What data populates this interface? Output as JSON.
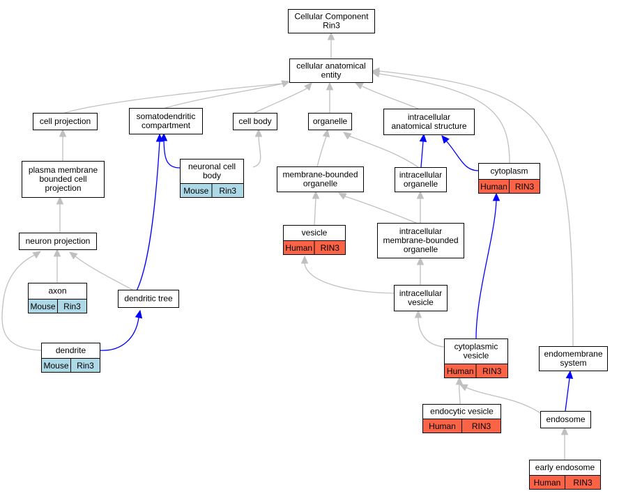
{
  "colors": {
    "human": "#fb6347",
    "mouse": "#add8e6",
    "edge_gray": "#c0c0c0",
    "edge_blue": "#0000ff"
  },
  "nodes": {
    "root": {
      "lines": [
        "Cellular Component",
        "Rin3"
      ]
    },
    "cae": {
      "lines": [
        "cellular anatomical",
        "entity"
      ]
    },
    "cell_projection": {
      "lines": [
        "cell projection"
      ]
    },
    "somatodendritic": {
      "lines": [
        "somatodendritic",
        "compartment"
      ]
    },
    "cell_body": {
      "lines": [
        "cell body"
      ]
    },
    "organelle": {
      "lines": [
        "organelle"
      ]
    },
    "ias": {
      "lines": [
        "intracellular",
        "anatomical structure"
      ]
    },
    "cytoplasm": {
      "lines": [
        "cytoplasm"
      ],
      "badge": {
        "species": "Human",
        "gene": "RIN3"
      }
    },
    "pmbcp": {
      "lines": [
        "plasma membrane",
        "bounded cell",
        "projection"
      ]
    },
    "ncb": {
      "lines": [
        "neuronal cell",
        "body"
      ],
      "badge": {
        "species": "Mouse",
        "gene": "Rin3"
      }
    },
    "mbo": {
      "lines": [
        "membrane-bounded",
        "organelle"
      ]
    },
    "io": {
      "lines": [
        "intracellular",
        "organelle"
      ]
    },
    "neuron_projection": {
      "lines": [
        "neuron projection"
      ]
    },
    "vesicle": {
      "lines": [
        "vesicle"
      ],
      "badge": {
        "species": "Human",
        "gene": "RIN3"
      }
    },
    "imbo": {
      "lines": [
        "intracellular",
        "membrane-bounded",
        "organelle"
      ]
    },
    "axon": {
      "lines": [
        "axon"
      ],
      "badge": {
        "species": "Mouse",
        "gene": "Rin3"
      }
    },
    "dendritic_tree": {
      "lines": [
        "dendritic tree"
      ]
    },
    "iv": {
      "lines": [
        "intracellular",
        "vesicle"
      ]
    },
    "dendrite": {
      "lines": [
        "dendrite"
      ],
      "badge": {
        "species": "Mouse",
        "gene": "Rin3"
      }
    },
    "cv": {
      "lines": [
        "cytoplasmic",
        "vesicle"
      ],
      "badge": {
        "species": "Human",
        "gene": "RIN3"
      }
    },
    "endomembrane": {
      "lines": [
        "endomembrane",
        "system"
      ]
    },
    "endocytic": {
      "lines": [
        "endocytic vesicle"
      ],
      "badge": {
        "species": "Human",
        "gene": "RIN3"
      }
    },
    "endosome": {
      "lines": [
        "endosome"
      ]
    },
    "early_endosome": {
      "lines": [
        "early endosome"
      ],
      "badge": {
        "species": "Human",
        "gene": "RIN3"
      }
    }
  }
}
